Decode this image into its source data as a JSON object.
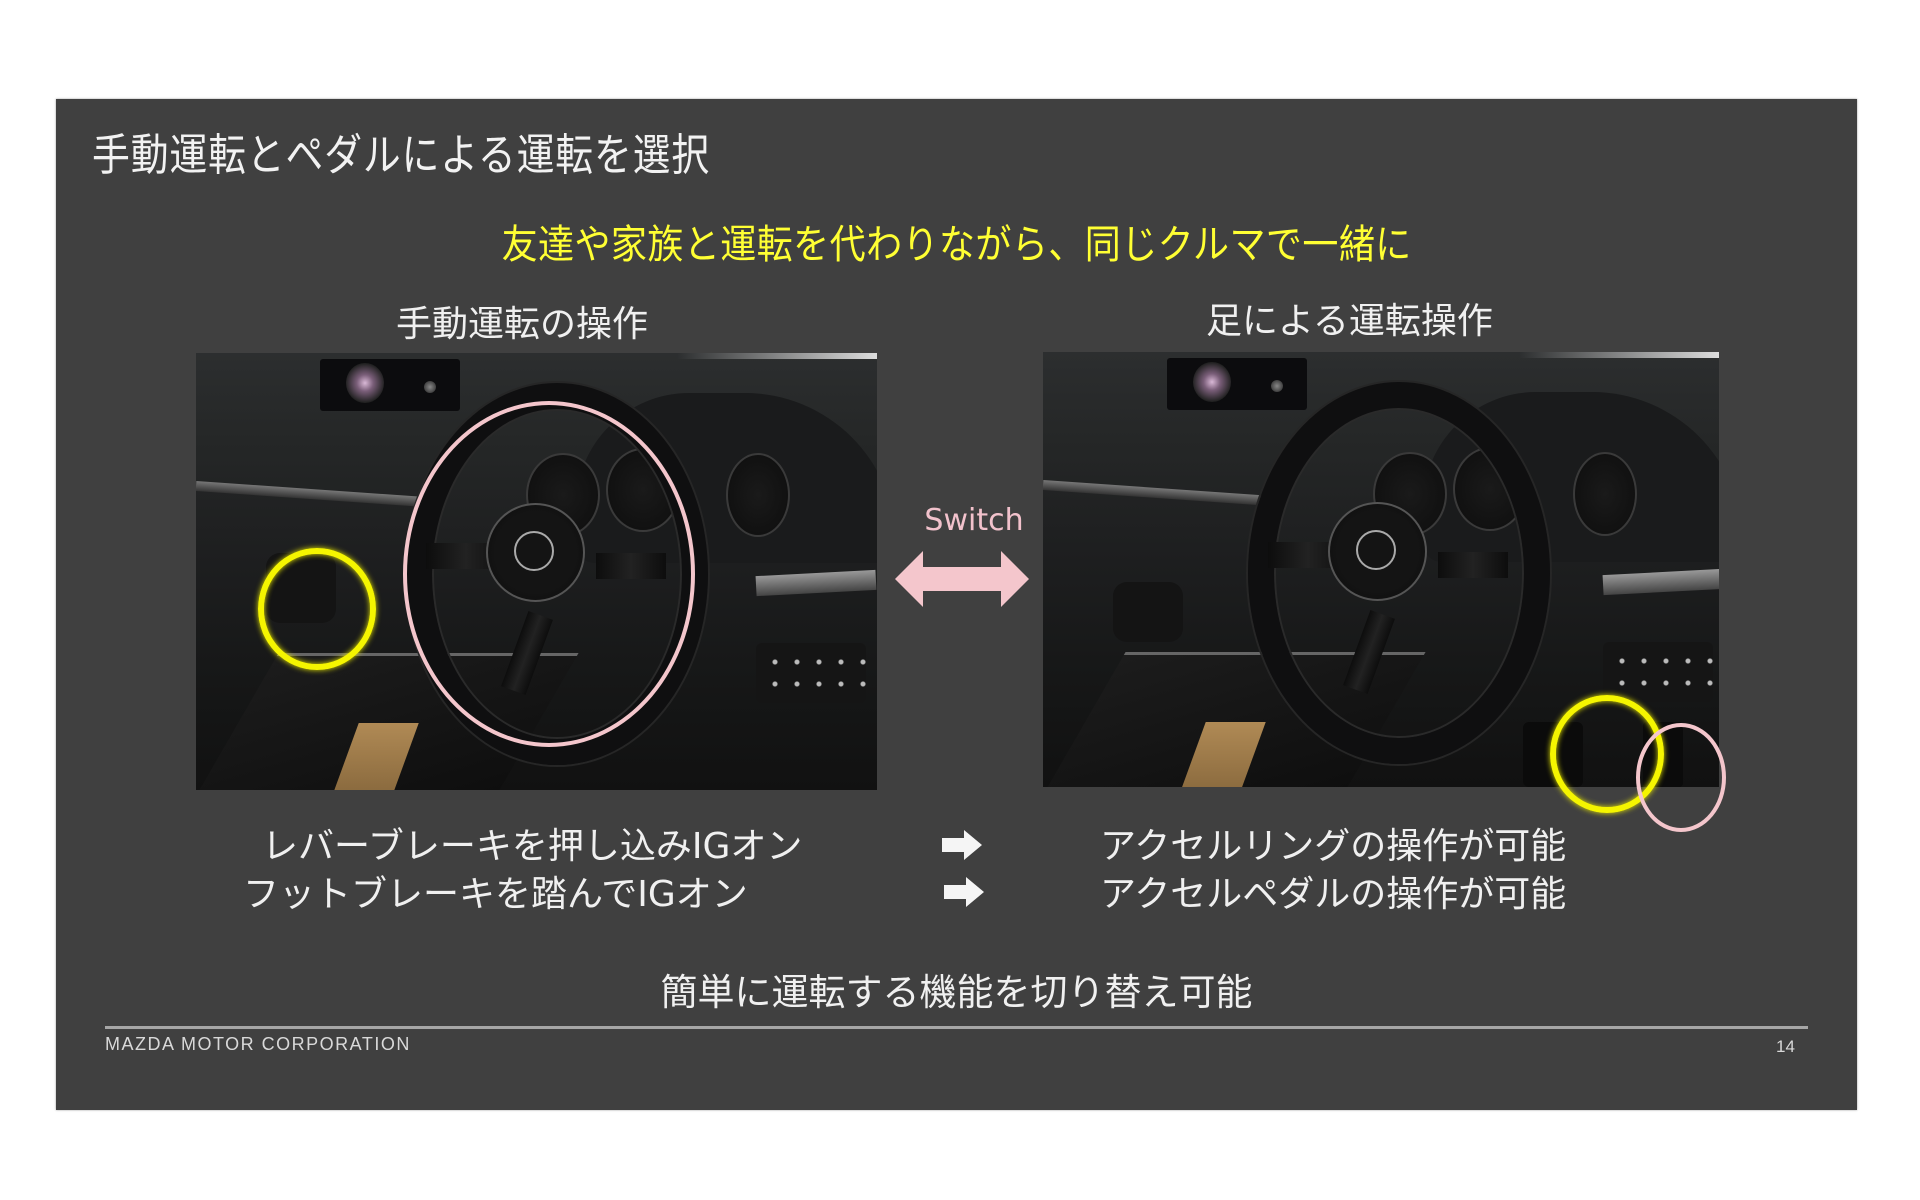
{
  "slide": {
    "title": "手動運転とペダルによる運転を選択",
    "subtitle": "友達や家族と運転を代わりながら、同じクルマで一緒に",
    "subtitle_color": "#ffff33",
    "left_panel": {
      "heading": "手動運転の操作",
      "image_alt": "steering wheel and hand-control lever in cockpit",
      "highlights": [
        {
          "shape": "circle",
          "color": "#f5f500",
          "target": "hand brake lever"
        },
        {
          "shape": "circle",
          "color": "#f4c6cc",
          "target": "accelerator ring on steering wheel"
        }
      ]
    },
    "right_panel": {
      "heading": "足による運転操作",
      "image_alt": "steering wheel and foot pedals in cockpit",
      "highlights": [
        {
          "shape": "circle",
          "color": "#f5f500",
          "target": "foot brake pedal"
        },
        {
          "shape": "circle",
          "color": "#f4c6cc",
          "target": "accelerator pedal"
        }
      ]
    },
    "switch": {
      "label": "Switch",
      "icon": "double-arrow-icon",
      "color": "#f4c6cc"
    },
    "rows": [
      {
        "left": "レバーブレーキを押し込みIGオン",
        "arrow": "right-arrow-icon",
        "right": "アクセルリングの操作が可能"
      },
      {
        "left": "フットブレーキを踏んでIGオン",
        "arrow": "right-arrow-icon",
        "right": "アクセルペダルの操作が可能"
      }
    ],
    "summary": "簡単に運転する機能を切り替え可能",
    "footer": {
      "company": "MAZDA MOTOR CORPORATION",
      "page_number": "14"
    }
  }
}
